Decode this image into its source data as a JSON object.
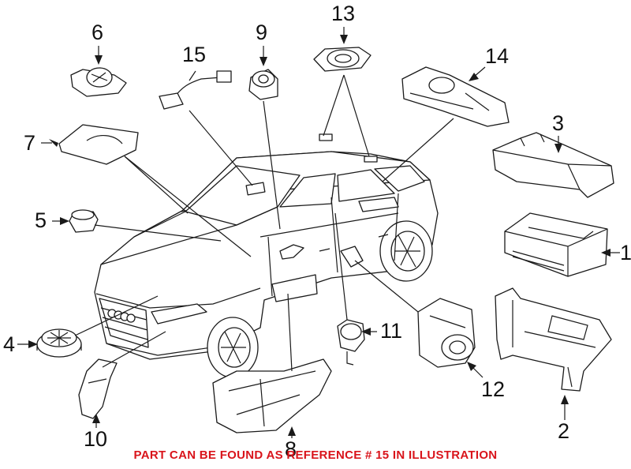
{
  "callouts": [
    {
      "id": "1",
      "label": "1"
    },
    {
      "id": "2",
      "label": "2"
    },
    {
      "id": "3",
      "label": "3"
    },
    {
      "id": "4",
      "label": "4"
    },
    {
      "id": "5",
      "label": "5"
    },
    {
      "id": "6",
      "label": "6"
    },
    {
      "id": "7",
      "label": "7"
    },
    {
      "id": "8",
      "label": "8"
    },
    {
      "id": "9",
      "label": "9"
    },
    {
      "id": "10",
      "label": "10"
    },
    {
      "id": "11",
      "label": "11"
    },
    {
      "id": "12",
      "label": "12"
    },
    {
      "id": "13",
      "label": "13"
    },
    {
      "id": "14",
      "label": "14"
    },
    {
      "id": "15",
      "label": "15"
    }
  ],
  "footer_note": "PART CAN BE FOUND AS REFERENCE # 15 IN ILLUSTRATION",
  "colors": {
    "note": "#d9141b",
    "ink": "#1a1a1a"
  }
}
